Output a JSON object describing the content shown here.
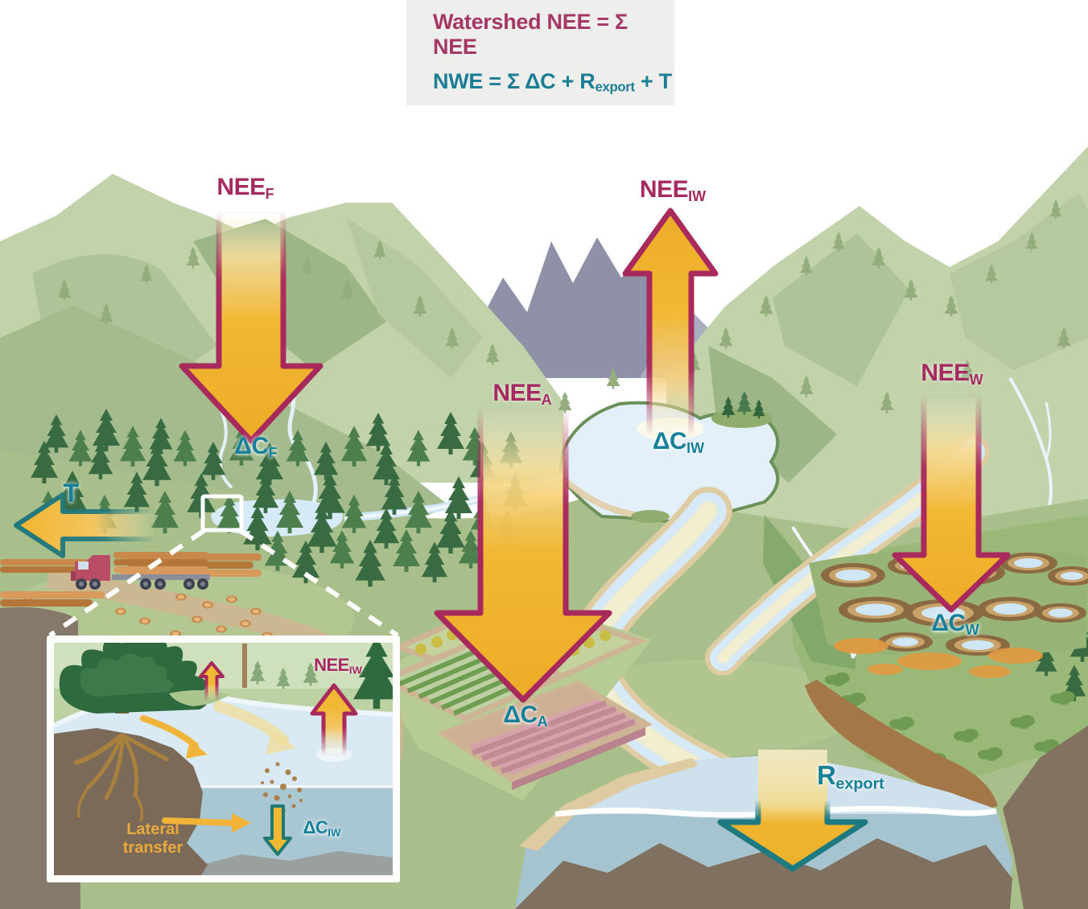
{
  "equation": {
    "line1": "Watershed NEE = Σ NEE",
    "line2_pre": "NWE = Σ ΔC + R",
    "line2_sub": "export",
    "line2_post": " + T"
  },
  "fluxes": {
    "forest": {
      "nee_base": "NEE",
      "nee_sub": "F",
      "dc_base": "ΔC",
      "dc_sub": "F"
    },
    "inland_water": {
      "nee_base": "NEE",
      "nee_sub": "IW",
      "dc_base": "ΔC",
      "dc_sub": "IW"
    },
    "agriculture": {
      "nee_base": "NEE",
      "nee_sub": "A",
      "dc_base": "ΔC",
      "dc_sub": "A"
    },
    "wetland": {
      "nee_base": "NEE",
      "nee_sub": "W",
      "dc_base": "ΔC",
      "dc_sub": "W"
    }
  },
  "lateral": {
    "t_label": "T",
    "r_base": "R",
    "r_sub": "export"
  },
  "inset": {
    "nee_base": "NEE",
    "nee_sub": "IW",
    "dc_base": "ΔC",
    "dc_sub": "IW",
    "caption_line1": "Lateral",
    "caption_line2": "transfer"
  },
  "arrows": [
    {
      "name": "nee-f-arrow",
      "direction": "down"
    },
    {
      "name": "nee-iw-arrow",
      "direction": "up"
    },
    {
      "name": "nee-a-arrow",
      "direction": "down"
    },
    {
      "name": "nee-w-arrow",
      "direction": "down"
    },
    {
      "name": "t-lateral-arrow",
      "direction": "left"
    },
    {
      "name": "r-export-arrow",
      "direction": "down"
    },
    {
      "name": "inset-nee-iw-arrow",
      "direction": "up"
    },
    {
      "name": "inset-dc-iw-arrow",
      "direction": "down"
    },
    {
      "name": "inset-lateral-arrow",
      "direction": "right"
    }
  ],
  "colors": {
    "label_magenta": "#a42a60",
    "label_teal": "#16809b",
    "arrow_yellow": "#f1b42f",
    "arrow_outline_magenta": "#a8295c",
    "arrow_outline_teal": "#1d7a80",
    "equation_box_bg": "#eeefed",
    "lateral_caption_orange": "#e9a93f"
  }
}
